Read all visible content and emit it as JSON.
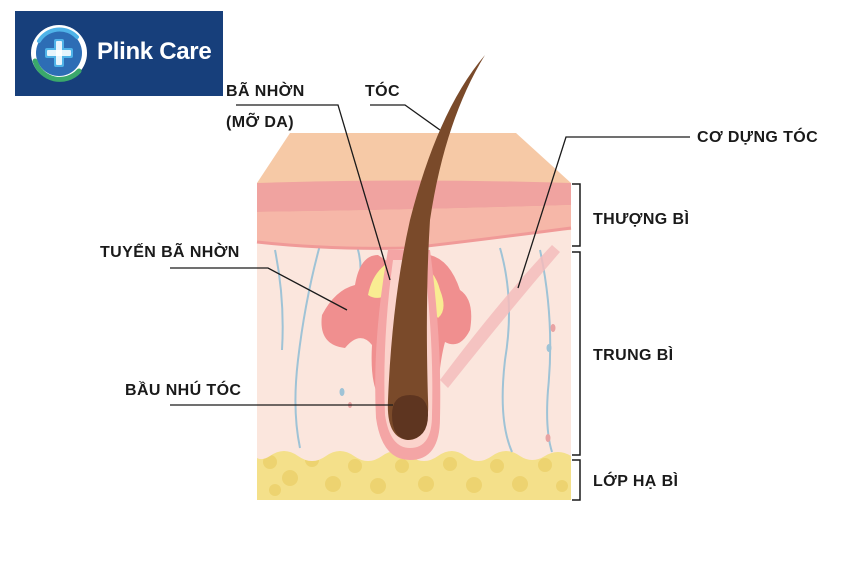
{
  "brand": {
    "name": "Plink Care",
    "logo_icon": "medical-cross-globe-icon"
  },
  "labels": {
    "sebum_line1": "BÃ NHỜN",
    "sebum_line2": "(MỠ DA)",
    "hair": "TÓC",
    "arrector_pili": "CƠ DỰNG TÓC",
    "epidermis": "THƯỢNG BÌ",
    "sebaceous_gland": "TUYẾN BÃ NHỜN",
    "dermis": "TRUNG BÌ",
    "hair_bulb": "BẦU NHÚ TÓC",
    "hypodermis": "LỚP HẠ BÌ"
  },
  "colors": {
    "logo_bg": "#173f7b",
    "logo_accent": "#4fb3e8",
    "logo_green": "#3aa86b",
    "epidermis_top": "#f6c9a6",
    "epidermis_band": "#f0a3a0",
    "dermis": "#fbe6dd",
    "hypodermis": "#f4e08a",
    "hair": "#7a4a2a",
    "sebaceous": "#f08f8f",
    "sebum": "#f9ec92",
    "vessel": "#9fc3d6",
    "leader": "#1a1a1a"
  }
}
